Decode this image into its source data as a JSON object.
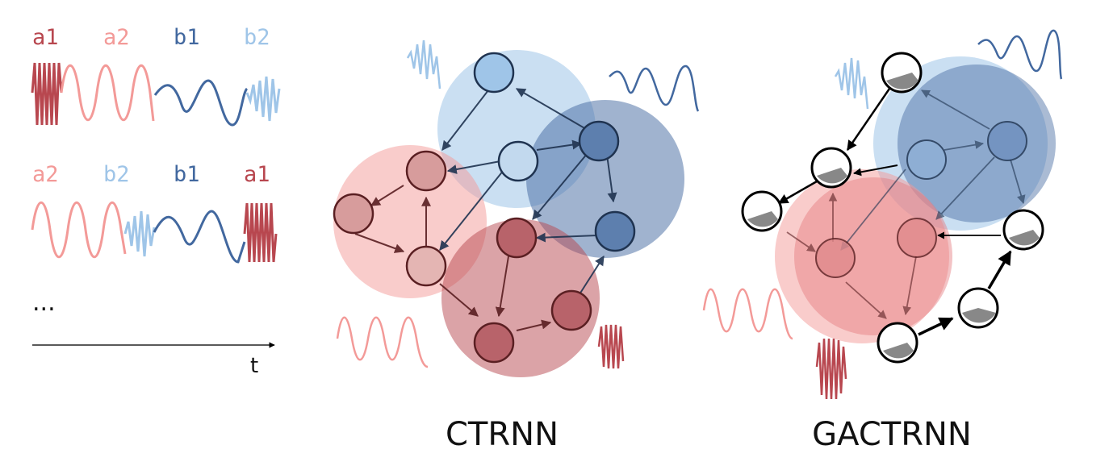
{
  "colors": {
    "a1": "#b8474f",
    "a2": "#f39a98",
    "b1": "#42689f",
    "b2": "#9fc5e8",
    "arrow_dark": "#1f3350",
    "arrow_red": "#5a1f22"
  },
  "sequences": [
    {
      "labels": [
        "a1",
        "a2",
        "b1",
        "b2"
      ]
    },
    {
      "labels": [
        "a2",
        "b2",
        "b1",
        "a1"
      ]
    }
  ],
  "ellipsis": "...",
  "time_axis_label": "t",
  "networks": [
    {
      "title": "CTRNN"
    },
    {
      "title": "GACTRNN"
    }
  ]
}
